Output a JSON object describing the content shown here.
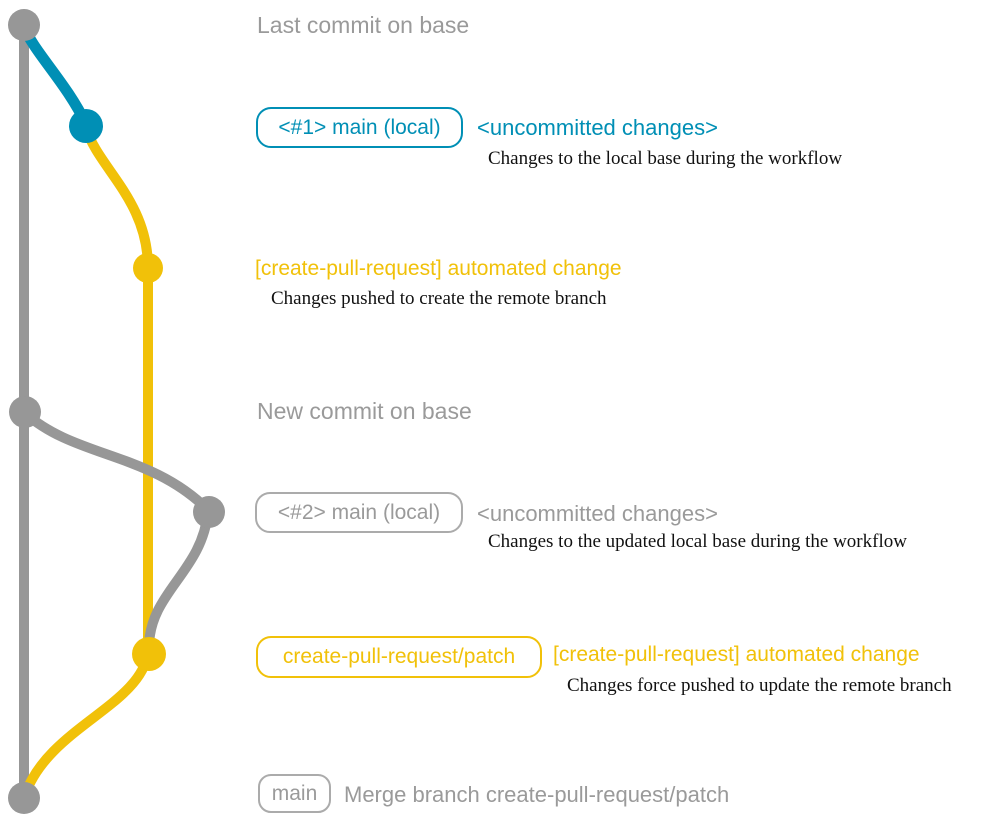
{
  "palette": {
    "branch_gray": "#979797",
    "branch_blue": "#008fb5",
    "branch_yellow": "#f1c109",
    "label_gray": "#9a9a9a",
    "pill_gray_border": "#ababab",
    "annotation_black": "#111111",
    "background": "#ffffff"
  },
  "milestones": {
    "last_commit_on_base": "Last commit on base",
    "new_commit_on_base": "New commit on base"
  },
  "rows": {
    "local_main_1": {
      "branch_label": "<#1> main (local)",
      "commit_message": "<uncommitted changes>",
      "description": "Changes to the local base during the workflow"
    },
    "automated_change_1": {
      "commit_message": "[create-pull-request] automated change",
      "description": "Changes pushed to create the remote branch"
    },
    "local_main_2": {
      "branch_label": "<#2> main (local)",
      "commit_message": "<uncommitted changes>",
      "description": "Changes to the updated local base during the workflow"
    },
    "automated_change_2": {
      "branch_label": "create-pull-request/patch",
      "commit_message": "[create-pull-request] automated change",
      "description": "Changes force pushed to update the remote branch"
    },
    "merge": {
      "branch_label": "main",
      "commit_message": "Merge branch create-pull-request/patch"
    }
  }
}
